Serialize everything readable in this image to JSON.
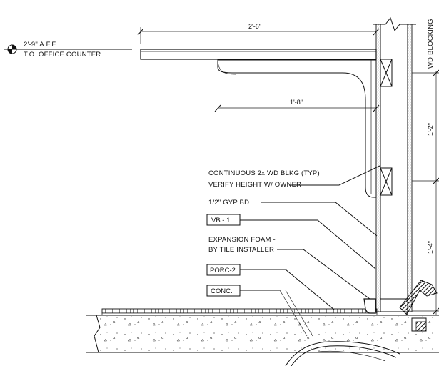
{
  "elevation": {
    "height": "2'-9\" A.F.F.",
    "label": "T.O. OFFICE COUNTER"
  },
  "dimensions": {
    "counter_depth": "2'-6\"",
    "bracket_depth": "1'-8\"",
    "blocking_lower": "1'-2\"",
    "blocking_upper": "1'-4\""
  },
  "side_label": "WD BLOCKING",
  "notes": {
    "blocking_line1": "CONTINUOUS 2x WD BLKG (TYP)",
    "blocking_line2": "VERIFY HEIGHT W/ OWNER",
    "gyp": "1/2\" GYP BD",
    "foam_line1": "EXPANSION FOAM -",
    "foam_line2": "BY TILE INSTALLER"
  },
  "tags": {
    "base": "VB - 1",
    "tile": "PORC-2",
    "slab": "CONC."
  }
}
